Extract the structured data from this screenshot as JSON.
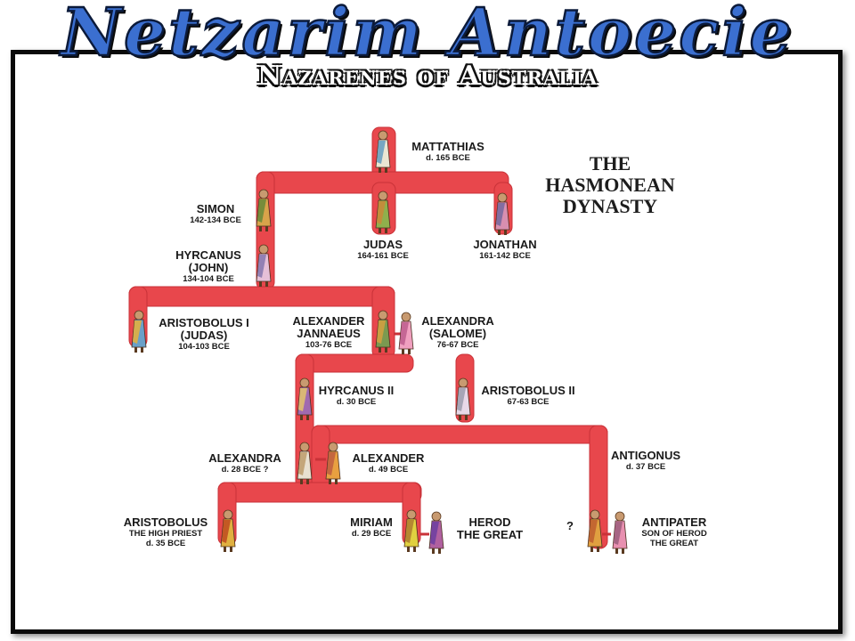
{
  "banner": {
    "title": "Netzarim Antoecie",
    "subtitle": "Nazarenes of Australia"
  },
  "diagram": {
    "title_lines": [
      "THE",
      "HASMONEAN",
      "DYNASTY"
    ],
    "people": {
      "mattathias": {
        "name": "MATTATHIAS",
        "dates": "d. 165 BCE"
      },
      "simon": {
        "name": "SIMON",
        "dates": "142-134 BCE"
      },
      "judas": {
        "name": "JUDAS",
        "dates": "164-161 BCE"
      },
      "jonathan": {
        "name": "JONATHAN",
        "dates": "161-142 BCE"
      },
      "hyrcanus_john": {
        "name_lines": [
          "HYRCANUS",
          "(JOHN)"
        ],
        "dates": "134-104 BCE"
      },
      "aristobulus_i": {
        "name_lines": [
          "ARISTOBOLUS I",
          "(JUDAS)"
        ],
        "dates": "104-103 BCE"
      },
      "alexander_jannaeus": {
        "name_lines": [
          "ALEXANDER",
          "JANNAEUS"
        ],
        "dates": "103-76 BCE"
      },
      "alexandra_salome": {
        "name_lines": [
          "ALEXANDRA",
          "(SALOME)"
        ],
        "dates": "76-67 BCE"
      },
      "hyrcanus_ii": {
        "name": "HYRCANUS II",
        "dates": "d. 30 BCE"
      },
      "aristobulus_ii": {
        "name": "ARISTOBOLUS II",
        "dates": "67-63 BCE"
      },
      "alexandra": {
        "name": "ALEXANDRA",
        "dates": "d. 28 BCE ?"
      },
      "alexander": {
        "name": "ALEXANDER",
        "dates": "d. 49 BCE"
      },
      "antigonus": {
        "name": "ANTIGONUS",
        "dates": "d. 37 BCE"
      },
      "aristobulus_hp": {
        "name": "ARISTOBOLUS",
        "detail_lines": [
          "THE HIGH PRIEST",
          "d. 35 BCE"
        ]
      },
      "miriam": {
        "name": "MIRIAM",
        "dates": "d. 29 BCE"
      },
      "herod": {
        "name_lines": [
          "HEROD",
          "THE GREAT"
        ]
      },
      "unknown": {
        "name": "?"
      },
      "antipater": {
        "name": "ANTIPATER",
        "detail_lines": [
          "SON OF HEROD",
          "THE GREAT"
        ]
      }
    }
  },
  "colors": {
    "branch": "#e8474c",
    "branch_edge": "#c93238",
    "banner_fill": "#3b6fd0"
  }
}
